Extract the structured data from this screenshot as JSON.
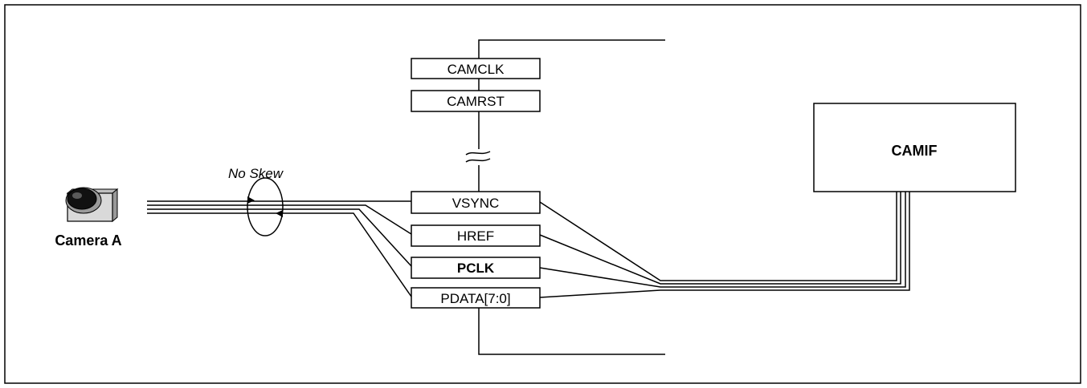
{
  "diagram": {
    "signals": {
      "camclk": "CAMCLK",
      "camrst": "CAMRST",
      "vsync": "VSYNC",
      "href": "HREF",
      "pclk": "PCLK",
      "pdata": "PDATA[7:0]"
    },
    "camif_label": "CAMIF",
    "camera_label": "Camera A",
    "skew_label": "No Skew",
    "colors": {
      "line": "#000000",
      "background": "#ffffff",
      "camera_body": "#d9d9d9",
      "camera_lens": "#111111"
    }
  }
}
